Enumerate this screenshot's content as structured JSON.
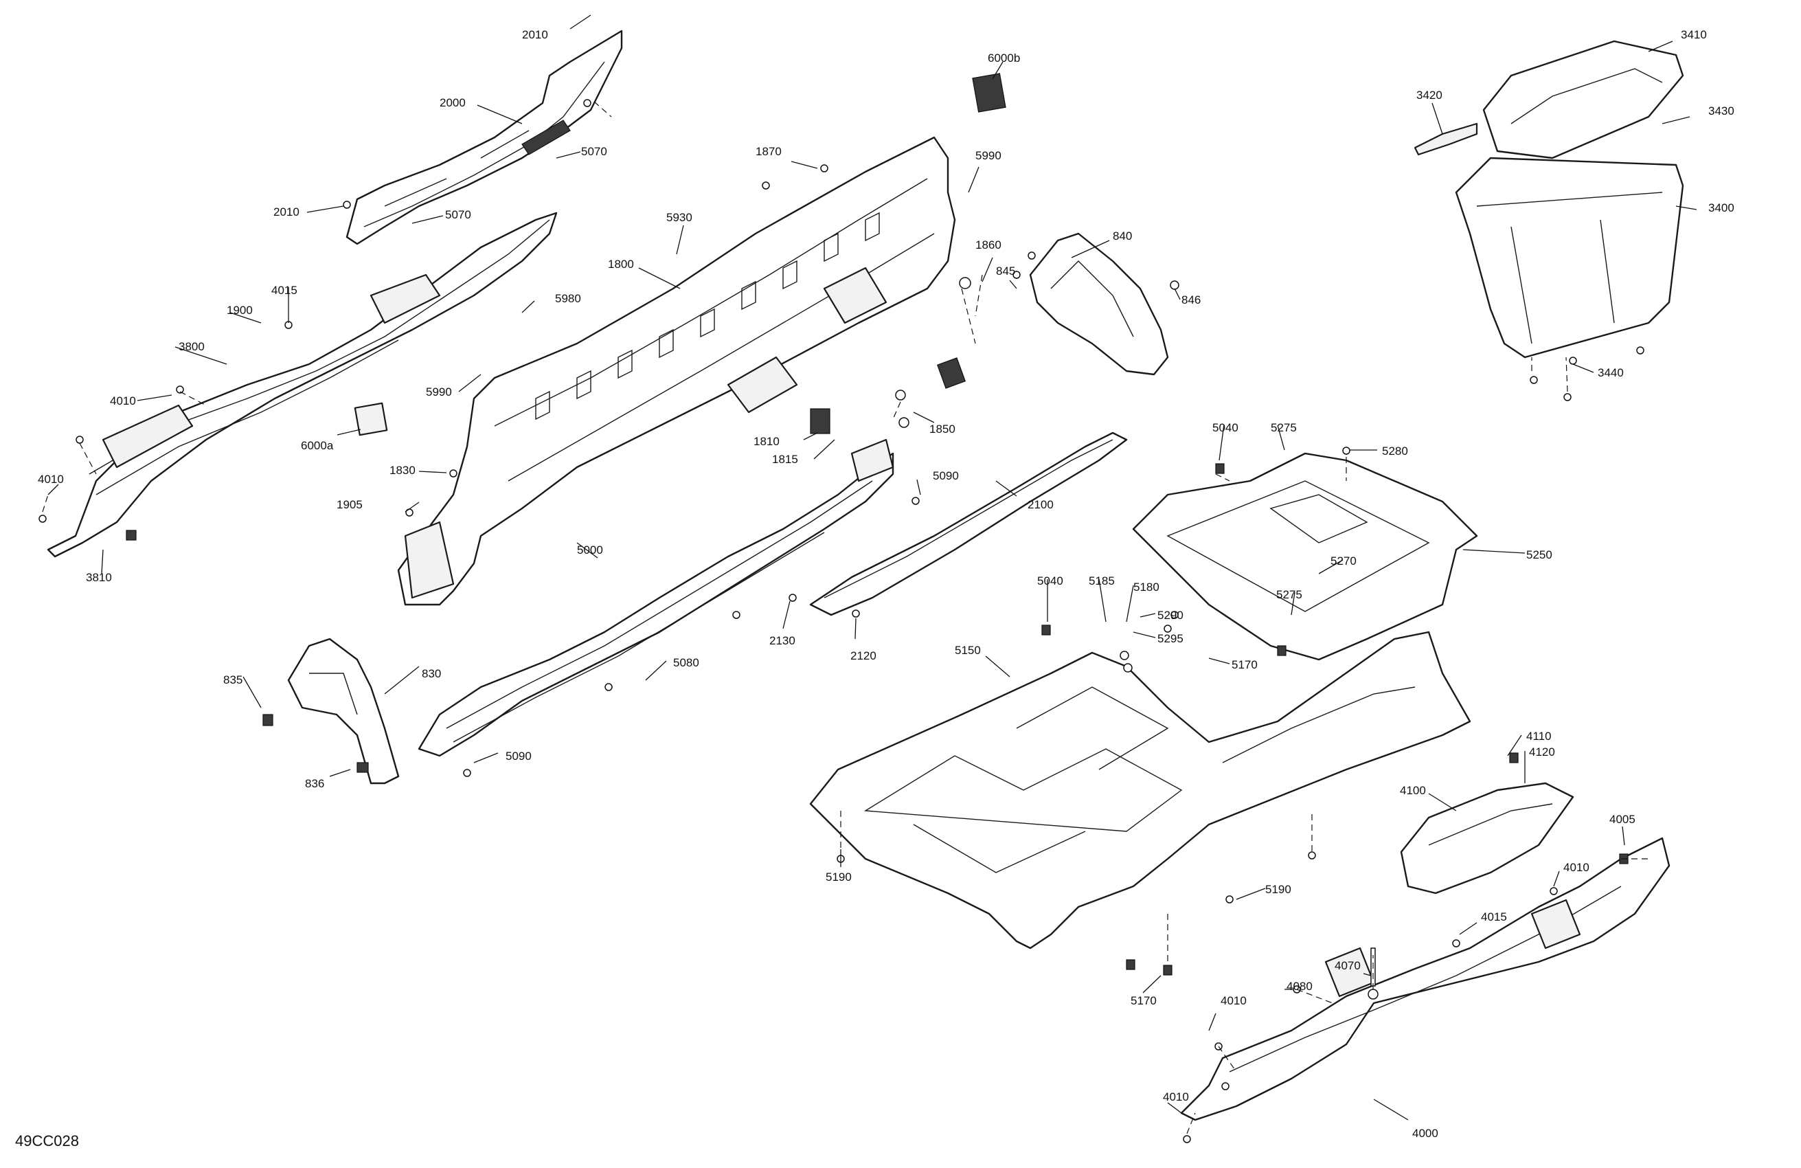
{
  "diagram": {
    "drawing_code": "49CC028",
    "callouts": {
      "c2010a": "2010",
      "c2000": "2000",
      "c5070a": "5070",
      "c2010b": "2010",
      "c5070b": "5070",
      "c6000b": "6000b",
      "c1870": "1870",
      "c5990a": "5990",
      "c5930": "5930",
      "c1860": "1860",
      "c840": "840",
      "c845": "845",
      "c846": "846",
      "c1800": "1800",
      "c5980": "5980",
      "c4015a": "4015",
      "c1900": "1900",
      "c3800": "3800",
      "c4010a": "4010",
      "c4010b": "4010",
      "c3810": "3810",
      "c6000a": "6000a",
      "c5990b": "5990",
      "c1810": "1810",
      "c1815": "1815",
      "c1850": "1850",
      "c1830": "1830",
      "c1905": "1905",
      "c5090a": "5090",
      "c2100": "2100",
      "c5000": "5000",
      "c2130": "2130",
      "c2120": "2120",
      "c5080": "5080",
      "c835": "835",
      "c830": "830",
      "c836": "836",
      "c5090b": "5090",
      "c3410": "3410",
      "c3420": "3420",
      "c3430": "3430",
      "c3400": "3400",
      "c3440": "3440",
      "c5040a": "5040",
      "c5275a": "5275",
      "c5280": "5280",
      "c5250": "5250",
      "c5270": "5270",
      "c5275b": "5275",
      "c5040b": "5040",
      "c5185": "5185",
      "c5180": "5180",
      "c5290": "5290",
      "c5295": "5295",
      "c5170a": "5170",
      "c5150": "5150",
      "c5190a": "5190",
      "c5190b": "5190",
      "c5170b": "5170",
      "c4110": "4110",
      "c4120": "4120",
      "c4100": "4100",
      "c4005": "4005",
      "c4010c": "4010",
      "c4015b": "4015",
      "c4070": "4070",
      "c4080": "4080",
      "c4010d": "4010",
      "c4010e": "4010",
      "c4000": "4000"
    }
  }
}
